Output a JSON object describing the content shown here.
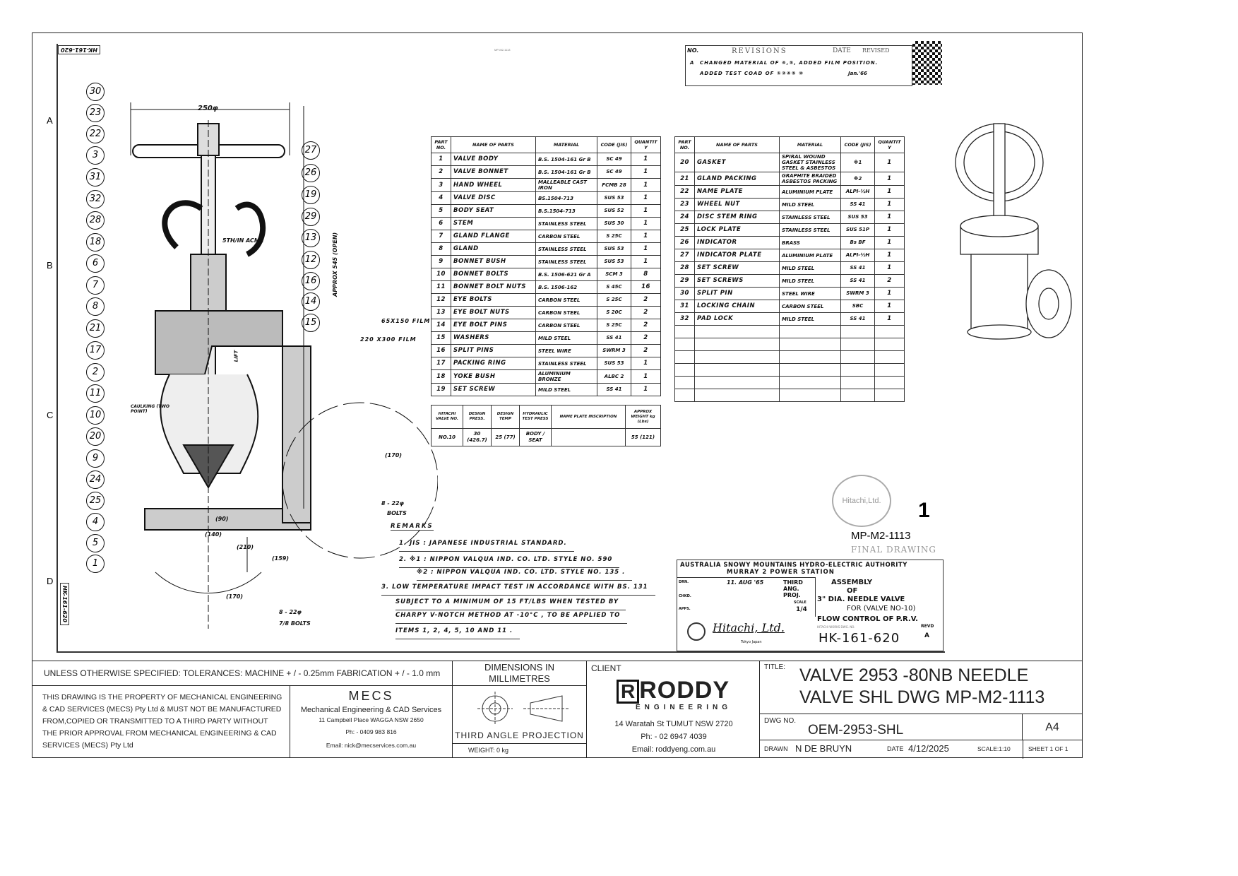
{
  "header": {
    "top_code": "HK-161-620",
    "small_ref": "MP-M2-1113"
  },
  "revisions": {
    "title": "REVISIONS",
    "no_label": "NO.",
    "date_label": "DATE",
    "revised_label": "REVISED",
    "rev_mark": "A",
    "line1": "CHANGED MATERIAL OF ④,⑤, ADDED FILM POSITION.",
    "line2": "ADDED TEST COAD OF ①②④⑤ ⑩",
    "date": "Jan.'66"
  },
  "zones": [
    "A",
    "B",
    "C",
    "D"
  ],
  "drawing": {
    "balloons": [
      "30",
      "23",
      "22",
      "3",
      "31",
      "32",
      "28",
      "18",
      "6",
      "7",
      "8",
      "21",
      "17",
      "2",
      "11",
      "10",
      "20",
      "9",
      "24",
      "25",
      "4",
      "5",
      "1",
      "27",
      "26",
      "19",
      "29",
      "13",
      "12",
      "16",
      "14",
      "15"
    ],
    "dims": {
      "width": "250φ",
      "thread": "5TH/IN ACME",
      "height": "APPROX 545 (OPEN)",
      "film1": "65X150 FILM",
      "film2": "220 X300 FILM",
      "bolts1": "8 - 22φ",
      "bolts1b": "BOLTS",
      "bolts2": "8 - 22φ",
      "bolts2b": "7/8 BOLTS",
      "d170": "(170)",
      "d140": "(140)",
      "d210": "(210)",
      "d159": "(159)",
      "d90": "(90)",
      "caulking": "CAULKING (TWO POINT)",
      "lift": "LIFT"
    }
  },
  "parts_left": {
    "headers": [
      "PART NO.",
      "NAME OF PARTS",
      "MATERIAL",
      "CODE (JIS)",
      "QUANTITY"
    ],
    "rows": [
      [
        "1",
        "VALVE BODY",
        "B.S. 1504-161 Gr B",
        "SC 49",
        "1"
      ],
      [
        "2",
        "VALVE BONNET",
        "B.S. 1504-161 Gr B",
        "SC 49",
        "1"
      ],
      [
        "3",
        "HAND WHEEL",
        "MALLEABLE CAST IRON",
        "FCMB 28",
        "1"
      ],
      [
        "4",
        "VALVE DISC",
        "BS.1504-713",
        "SUS 53",
        "1"
      ],
      [
        "5",
        "BODY SEAT",
        "B.S.1504-713",
        "SUS 52",
        "1"
      ],
      [
        "6",
        "STEM",
        "STAINLESS STEEL",
        "SUS 30",
        "1"
      ],
      [
        "7",
        "GLAND FLANGE",
        "CARBON STEEL",
        "S 25C",
        "1"
      ],
      [
        "8",
        "GLAND",
        "STAINLESS STEEL",
        "SUS 53",
        "1"
      ],
      [
        "9",
        "BONNET BUSH",
        "STAINLESS STEEL",
        "SUS 53",
        "1"
      ],
      [
        "10",
        "BONNET BOLTS",
        "B.S. 1506-621 Gr A",
        "SCM 3",
        "8"
      ],
      [
        "11",
        "BONNET BOLT NUTS",
        "B.S. 1506-162",
        "S 45C",
        "16"
      ],
      [
        "12",
        "EYE BOLTS",
        "CARBON STEEL",
        "S 25C",
        "2"
      ],
      [
        "13",
        "EYE BOLT NUTS",
        "CARBON STEEL",
        "S 20C",
        "2"
      ],
      [
        "14",
        "EYE BOLT PINS",
        "CARBON STEEL",
        "S 25C",
        "2"
      ],
      [
        "15",
        "WASHERS",
        "MILD STEEL",
        "SS 41",
        "2"
      ],
      [
        "16",
        "SPLIT PINS",
        "STEEL WIRE",
        "SWRM 3",
        "2"
      ],
      [
        "17",
        "PACKING RING",
        "STAINLESS STEEL",
        "SUS 53",
        "1"
      ],
      [
        "18",
        "YOKE BUSH",
        "ALUMINIUM BRONZE",
        "ALBC 2",
        "1"
      ],
      [
        "19",
        "SET SCREW",
        "MILD STEEL",
        "SS 41",
        "1"
      ]
    ]
  },
  "parts_right": {
    "headers": [
      "PART NO.",
      "NAME OF PARTS",
      "MATERIAL",
      "CODE (JIS)",
      "QUANTITY"
    ],
    "rows": [
      [
        "20",
        "GASKET",
        "SPIRAL WOUND GASKET STAINLESS STEEL & ASBESTOS",
        "※1",
        "1"
      ],
      [
        "21",
        "GLAND PACKING",
        "GRAPHITE BRAIDED ASBESTOS PACKING",
        "※2",
        "1"
      ],
      [
        "22",
        "NAME PLATE",
        "ALUMINIUM PLATE",
        "ALPI-½H",
        "1"
      ],
      [
        "23",
        "WHEEL NUT",
        "MILD STEEL",
        "SS 41",
        "1"
      ],
      [
        "24",
        "DISC STEM RING",
        "STAINLESS STEEL",
        "SUS 53",
        "1"
      ],
      [
        "25",
        "LOCK PLATE",
        "STAINLESS STEEL",
        "SUS 51P",
        "1"
      ],
      [
        "26",
        "INDICATOR",
        "BRASS",
        "Bs BF",
        "1"
      ],
      [
        "27",
        "INDICATOR PLATE",
        "ALUMINIUM PLATE",
        "ALPI-½H",
        "1"
      ],
      [
        "28",
        "SET SCREW",
        "MILD STEEL",
        "SS 41",
        "1"
      ],
      [
        "29",
        "SET SCREWS",
        "MILD STEEL",
        "SS 41",
        "2"
      ],
      [
        "30",
        "SPLIT PIN",
        "STEEL WIRE",
        "SWRM 3",
        "1"
      ],
      [
        "31",
        "LOCKING CHAIN",
        "CARBON STEEL",
        "SBC",
        "1"
      ],
      [
        "32",
        "PAD LOCK",
        "MILD STEEL",
        "SS 41",
        "1"
      ]
    ]
  },
  "valve_spec": {
    "headers": [
      "HITACHI VALVE NO.",
      "DESIGN PRESS.",
      "DESIGN TEMP",
      "HYDRAULIC TEST PRESS",
      "NAME PLATE INSCRIPTION",
      "APPROX WEIGHT kg (Lbs)"
    ],
    "row": [
      "NO.10",
      "30 (426.7)",
      "25 (77)",
      "BODY / SEAT",
      "",
      "55 (121)"
    ]
  },
  "remarks": {
    "title": "REMARKS",
    "lines": [
      "1. JIS : JAPANESE INDUSTRIAL STANDARD.",
      "2. ※1 : NIPPON VALQUA IND. CO. LTD. STYLE NO. 590",
      "※2 : NIPPON VALQUA IND. CO. LTD. STYLE NO. 135 .",
      "3. LOW TEMPERATURE IMPACT TEST IN ACCORDANCE WITH BS. 131",
      "SUBJECT TO A MINIMUM OF 15 FT/LBS WHEN TESTED BY",
      "CHARPY V-NOTCH METHOD AT -10°C , TO BE APPLIED TO",
      "ITEMS 1, 2, 4, 5, 10 AND 11 ."
    ]
  },
  "stamp": {
    "text": "Hitachi,Ltd.",
    "ref": "MP-M2-1113",
    "final": "FINAL DRAWING",
    "rev": "1"
  },
  "orig_title": {
    "authority": "AUSTRALIA SNOWY MOUNTAINS HYDRO-ELECTRIC AUTHORITY",
    "station": "MURRAY 2 POWER STATION",
    "drn": "DRN.",
    "drn_date": "11. AUG '65",
    "chkd": "CHKD.",
    "apps": "APPS.",
    "angle": "THIRD ANG. PROJ.",
    "scale_label": "SCALE",
    "scale": "1/4",
    "title1": "ASSEMBLY",
    "title2": "OF",
    "title3": "3\" DIA. NEEDLE VALVE",
    "title4": "FOR (VALVE NO-10)",
    "title5": "FLOW CONTROL OF P.R.V.",
    "works_label": "HITACHI WORKS DWG. NO.",
    "dwg": "HK-161-620",
    "revd_label": "REVD",
    "revd": "A",
    "maker": "Hitachi, Ltd.",
    "city": "Tokyo Japan"
  },
  "titleblock": {
    "tolerance": "UNLESS OTHERWISE SPECIFIED: TOLERANCES: MACHINE + / - 0.25mm  FABRICATION + / - 1.0 mm",
    "dims": "DIMENSIONS IN MILLIMETRES",
    "property": "THIS DRAWING IS THE PROPERTY OF MECHANICAL ENGINEERING & CAD SERVICES (MECS) Pty Ltd & MUST NOT BE MANUFACTURED FROM,COPIED OR TRANSMITTED TO A THIRD PARTY WITHOUT THE PRIOR APPROVAL FROM MECHANICAL ENGINEERING & CAD SERVICES (MECS) Pty Ltd",
    "mecs_logo": "MECS",
    "mecs_name": "Mechanical Engineering & CAD Services",
    "mecs_addr": "11 Campbell Place WAGGA NSW 2650",
    "mecs_ph": "Ph: - 0409 983 816",
    "mecs_email": "Email: nick@mecservices.com.au",
    "projection": "THIRD ANGLE PROJECTION",
    "weight": "WEIGHT: 0 kg",
    "client_label": "CLIENT",
    "client_logo": "RODDY",
    "client_sub": "ENGINEERING",
    "client_addr": "14 Waratah St TUMUT NSW 2720",
    "client_ph": "Ph: - 02 6947 4039",
    "client_email": "Email: roddyeng.com.au",
    "title_label": "TITLE:",
    "title_l1": "VALVE 2953 -80NB NEEDLE",
    "title_l2": "VALVE SHL DWG MP-M2-1113",
    "dwg_label": "DWG NO.",
    "dwg_no": "OEM-2953-SHL",
    "size": "A4",
    "drawn_label": "DRAWN",
    "drawn": "N DE BRUYN",
    "date_label": "DATE",
    "date": "4/12/2025",
    "scale": "SCALE:1:10",
    "sheet": "SHEET 1 OF 1"
  }
}
